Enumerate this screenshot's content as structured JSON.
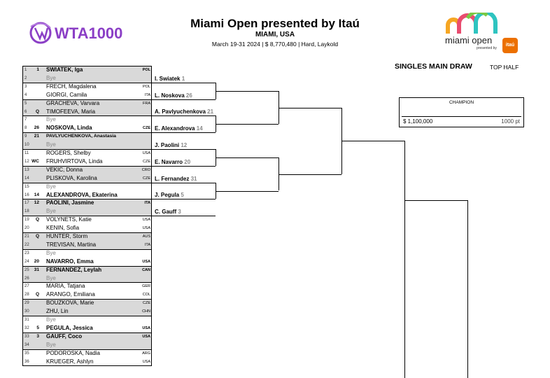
{
  "header": {
    "wta_logo_text": "WTA1000",
    "title": "Miami Open presented by Itaú",
    "location": "MIAMI, USA",
    "details": "March 19-31 2024  |  $ 8,770,480  |  Hard, Laykold",
    "sponsor_logo_text": "miami open",
    "sponsor_presented": "presented by",
    "itau_text": "itaú",
    "section_title": "SINGLES MAIN DRAW",
    "section_half": "TOP HALF"
  },
  "champion": {
    "label": "CHAMPION",
    "prize": "$ 1,100,000",
    "points": "1000 pt"
  },
  "players": [
    {
      "num": "1",
      "seed": "1",
      "name": "SWIATEK, Iga",
      "country": "POL",
      "bold": true,
      "shaded": true
    },
    {
      "num": "2",
      "seed": "",
      "name": "Bye",
      "country": "",
      "bye": true,
      "shaded": true
    },
    {
      "num": "3",
      "seed": "",
      "name": "FRECH, Magdalena",
      "country": "POL"
    },
    {
      "num": "4",
      "seed": "",
      "name": "GIORGI, Camila",
      "country": "ITA"
    },
    {
      "num": "5",
      "seed": "",
      "name": "GRACHEVA, Varvara",
      "country": "FRA",
      "shaded": true
    },
    {
      "num": "6",
      "seed": "Q",
      "name": "TIMOFEEVA, Maria",
      "country": "",
      "shaded": true
    },
    {
      "num": "7",
      "seed": "",
      "name": "Bye",
      "country": "",
      "bye": true
    },
    {
      "num": "8",
      "seed": "26",
      "name": "NOSKOVA, Linda",
      "country": "CZE",
      "bold": true
    },
    {
      "num": "9",
      "seed": "21",
      "name": "PAVLYUCHENKOVA, Anastasia",
      "country": "",
      "bold": true,
      "shaded": true,
      "small": true
    },
    {
      "num": "10",
      "seed": "",
      "name": "Bye",
      "country": "",
      "bye": true,
      "shaded": true
    },
    {
      "num": "11",
      "seed": "",
      "name": "ROGERS, Shelby",
      "country": "USA"
    },
    {
      "num": "12",
      "seed": "WC",
      "name": "FRUHVIRTOVA, Linda",
      "country": "CZE"
    },
    {
      "num": "13",
      "seed": "",
      "name": "VEKIC, Donna",
      "country": "CRO",
      "shaded": true
    },
    {
      "num": "14",
      "seed": "",
      "name": "PLISKOVA, Karolina",
      "country": "CZE",
      "shaded": true
    },
    {
      "num": "15",
      "seed": "",
      "name": "Bye",
      "country": "",
      "bye": true
    },
    {
      "num": "16",
      "seed": "14",
      "name": "ALEXANDROVA, Ekaterina",
      "country": "",
      "bold": true
    },
    {
      "num": "17",
      "seed": "12",
      "name": "PAOLINI, Jasmine",
      "country": "ITA",
      "bold": true,
      "shaded": true
    },
    {
      "num": "18",
      "seed": "",
      "name": "Bye",
      "country": "",
      "bye": true,
      "shaded": true
    },
    {
      "num": "19",
      "seed": "Q",
      "name": "VOLYNETS, Katie",
      "country": "USA"
    },
    {
      "num": "20",
      "seed": "",
      "name": "KENIN, Sofia",
      "country": "USA"
    },
    {
      "num": "21",
      "seed": "Q",
      "name": "HUNTER, Storm",
      "country": "AUS",
      "shaded": true
    },
    {
      "num": "22",
      "seed": "",
      "name": "TREVISAN, Martina",
      "country": "ITA",
      "shaded": true
    },
    {
      "num": "23",
      "seed": "",
      "name": "Bye",
      "country": "",
      "bye": true
    },
    {
      "num": "24",
      "seed": "20",
      "name": "NAVARRO, Emma",
      "country": "USA",
      "bold": true
    },
    {
      "num": "25",
      "seed": "31",
      "name": "FERNANDEZ, Leylah",
      "country": "CAN",
      "bold": true,
      "shaded": true
    },
    {
      "num": "26",
      "seed": "",
      "name": "Bye",
      "country": "",
      "bye": true,
      "shaded": true
    },
    {
      "num": "27",
      "seed": "",
      "name": "MARIA, Tatjana",
      "country": "GER"
    },
    {
      "num": "28",
      "seed": "Q",
      "name": "ARANGO, Emiliana",
      "country": "COL"
    },
    {
      "num": "29",
      "seed": "",
      "name": "BOUZKOVA, Marie",
      "country": "CZE",
      "shaded": true
    },
    {
      "num": "30",
      "seed": "",
      "name": "ZHU, Lin",
      "country": "CHN",
      "shaded": true
    },
    {
      "num": "31",
      "seed": "",
      "name": "Bye",
      "country": "",
      "bye": true
    },
    {
      "num": "32",
      "seed": "5",
      "name": "PEGULA, Jessica",
      "country": "USA",
      "bold": true
    },
    {
      "num": "33",
      "seed": "3",
      "name": "GAUFF, Coco",
      "country": "USA",
      "bold": true,
      "shaded": true
    },
    {
      "num": "34",
      "seed": "",
      "name": "Bye",
      "country": "",
      "bye": true,
      "shaded": true
    },
    {
      "num": "35",
      "seed": "",
      "name": "PODOROSKA, Nadia",
      "country": "ARG"
    },
    {
      "num": "36",
      "seed": "",
      "name": "KRUEGER, Ashlyn",
      "country": "USA"
    }
  ],
  "round2": [
    {
      "name": "I. Swiatek",
      "seed": "1"
    },
    {
      "name": "L. Noskova",
      "seed": "26"
    },
    {
      "name": "A. Pavlyuchenkova",
      "seed": "21"
    },
    {
      "name": "E. Alexandrova",
      "seed": "14"
    },
    {
      "name": "J. Paolini",
      "seed": "12"
    },
    {
      "name": "E. Navarro",
      "seed": "20"
    },
    {
      "name": "L. Fernandez",
      "seed": "31"
    },
    {
      "name": "J. Pegula",
      "seed": "5"
    },
    {
      "name": "C. Gauff",
      "seed": "3"
    }
  ]
}
